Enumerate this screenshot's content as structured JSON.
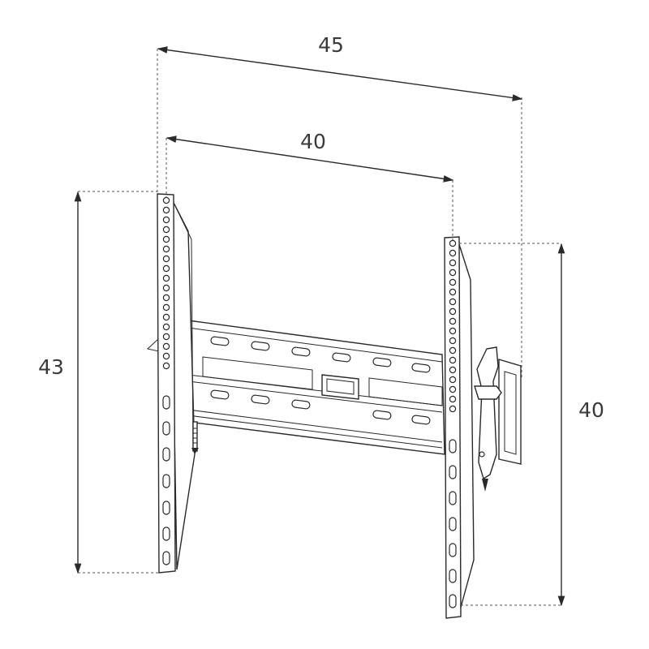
{
  "dimensions": {
    "outer_width": "45",
    "inner_width": "40",
    "left_height": "43",
    "right_height": "40"
  },
  "colors": {
    "line": "#2a2a2a",
    "text": "#3a3a3a",
    "background": "#ffffff"
  }
}
